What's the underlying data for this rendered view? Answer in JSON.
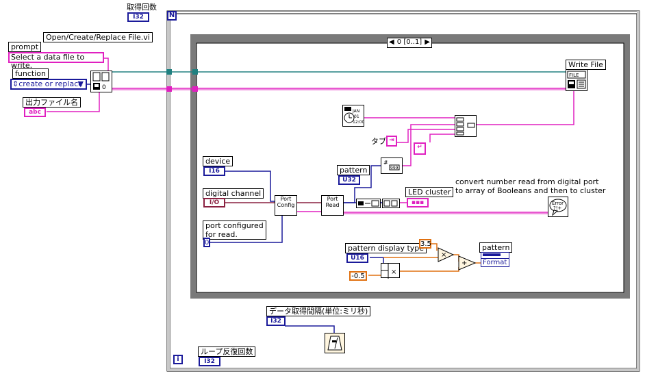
{
  "loop": {
    "count_label": "取得回数",
    "count_type": "I32",
    "n_terminal": "N",
    "iter_terminal": "i",
    "iter_label": "ループ反復回数",
    "iter_type": "I32"
  },
  "sequence": {
    "selector": "0 [0..1]"
  },
  "file": {
    "open_vi_label": "Open/Create/Replace File.vi",
    "prompt_label": "prompt",
    "prompt_value": "Select a data file to write.",
    "function_label": "function",
    "function_value": "create or replace",
    "filename_label": "出力ファイル名",
    "filename_type": "abc",
    "write_label": "Write File"
  },
  "daq": {
    "device_label": "device",
    "device_type": "I16",
    "channel_label": "digital channel",
    "channel_type": "I/O",
    "configured_label": "port configured\nfor read.",
    "configured_value": "0",
    "port_config": "Port\nConfig",
    "port_read": "Port\nRead",
    "pattern_label": "pattern",
    "pattern_type": "U32",
    "led_label": "LED cluster",
    "comment": "convert number read from digital port\nto array of Booleans and then to cluster",
    "tab_label": "タブ"
  },
  "display": {
    "type_label": "pattern display type",
    "type_type": "U16",
    "const_a": "3.5",
    "const_b": "-0.5",
    "pattern_label": "pattern",
    "format_label": "Format"
  },
  "wait": {
    "label": "データ取得間隔(単位:ミリ秒)",
    "type": "I32"
  },
  "colors": {
    "wire_file": "#208080",
    "wire_pink": "#e020c0",
    "wire_blue": "#1a1a9a",
    "wire_orange": "#e07010"
  }
}
